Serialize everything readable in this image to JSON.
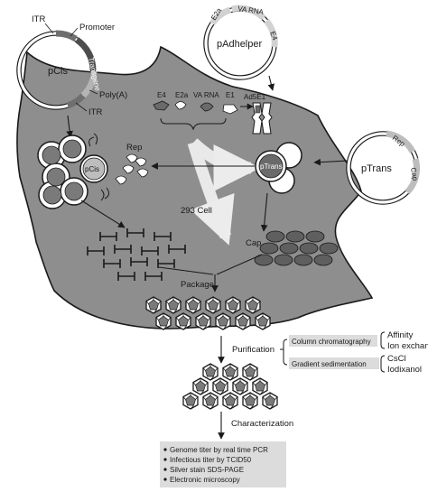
{
  "plasmids": {
    "pcis": {
      "name": "pCis",
      "itr_top": "ITR",
      "promoter": "Promoter",
      "transgene": "Transgene",
      "polya": "Poly(A)",
      "itr_bottom": "ITR"
    },
    "padhelper": {
      "name": "pAdhelper",
      "e2a": "E2a",
      "va_rna": "VA RNA",
      "e4": "E4"
    },
    "ptrans": {
      "name": "pTrans",
      "rep": "Rep",
      "cap": "Cap"
    }
  },
  "cell": {
    "label": "293 Cell",
    "helper_genes": [
      "E4",
      "E2a",
      "VA RNA",
      "E1"
    ],
    "chromosome_label": "Ad5E1",
    "pcis_vesicle": "pCis",
    "ptrans_vesicle": "pTrans",
    "rep_label": "Rep",
    "cap_label": "Cap",
    "package_label": "Package"
  },
  "purification": {
    "label": "Purification",
    "methods": [
      {
        "name": "Column chromatography",
        "options": [
          "Affinity",
          "Ion exchange"
        ]
      },
      {
        "name": "Gradient sedimentation",
        "options": [
          "CsCl",
          "Iodixanol"
        ]
      }
    ]
  },
  "characterization": {
    "label": "Characterization",
    "items": [
      "Genome titer by real time PCR",
      "Infectious titer by TCID50",
      "Silver stain SDS-PAGE",
      "Electronic microscopy"
    ]
  },
  "colors": {
    "cell_fill": "#8e8e8e",
    "outline": "#1a1a1a",
    "box_fill": "#dcdcdc",
    "arrow_light": "#e9e9e9"
  }
}
